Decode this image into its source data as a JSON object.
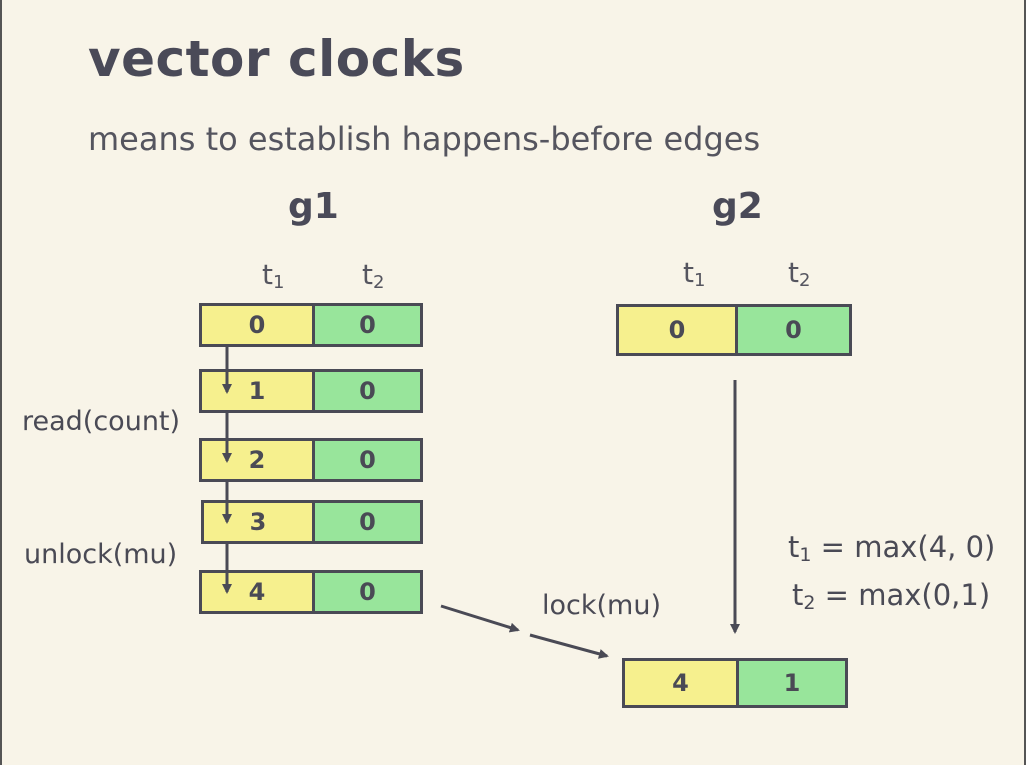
{
  "title": "vector clocks",
  "subtitle": "means to establish happens-before edges",
  "goroutines": [
    "g1",
    "g2"
  ],
  "thread_labels": {
    "t": "t",
    "sub1": "1",
    "sub2": "2"
  },
  "g1_clocks": [
    {
      "t1": "0",
      "t2": "0"
    },
    {
      "t1": "1",
      "t2": "0"
    },
    {
      "t1": "2",
      "t2": "0"
    },
    {
      "t1": "3",
      "t2": "0"
    },
    {
      "t1": "4",
      "t2": "0"
    }
  ],
  "g2_clocks": [
    {
      "t1": "0",
      "t2": "0"
    },
    {
      "t1": "4",
      "t2": "1"
    }
  ],
  "operations": {
    "read": "read(count)",
    "unlock": "unlock(mu)",
    "lock": "lock(mu)"
  },
  "equations": [
    {
      "var": "t",
      "sub": "1",
      "rhs": " = max(4, 0)"
    },
    {
      "var": "t",
      "sub": "2",
      "rhs": " = max(0,1)"
    }
  ],
  "colors": {
    "t1_cell": "#f6f08e",
    "t2_cell": "#98e59b",
    "ink": "#4a4a55",
    "background": "#f8f4e8"
  }
}
